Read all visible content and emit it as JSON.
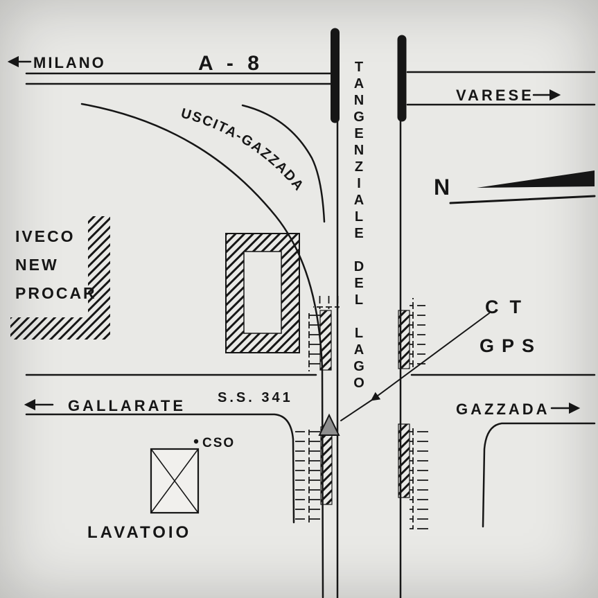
{
  "meta": {
    "description": "Hand-drawn road access sketch map around A-8 exit Gazzada"
  },
  "colors": {
    "background": "#e9e9e6",
    "ink": "#161616",
    "marker": "#8f8f8f",
    "paper_light": "#f1f0ed"
  },
  "labels": {
    "milano": "MILANO",
    "highway_a8": "A - 8",
    "varese": "VARESE",
    "tangenziale": "TANGENZIALE DEL LAGO",
    "exit": "USCITA-GAZZADA",
    "iveco_1": "IVECO",
    "iveco_2": "NEW",
    "iveco_3": "PROCAR",
    "ct": "CT",
    "gps": "GPS",
    "gallarate": "GALLARATE",
    "ss341": "S.S. 341",
    "gazzada": "GAZZADA",
    "cso": "CSO",
    "lavatoio": "LAVATOIO",
    "north": "N"
  }
}
